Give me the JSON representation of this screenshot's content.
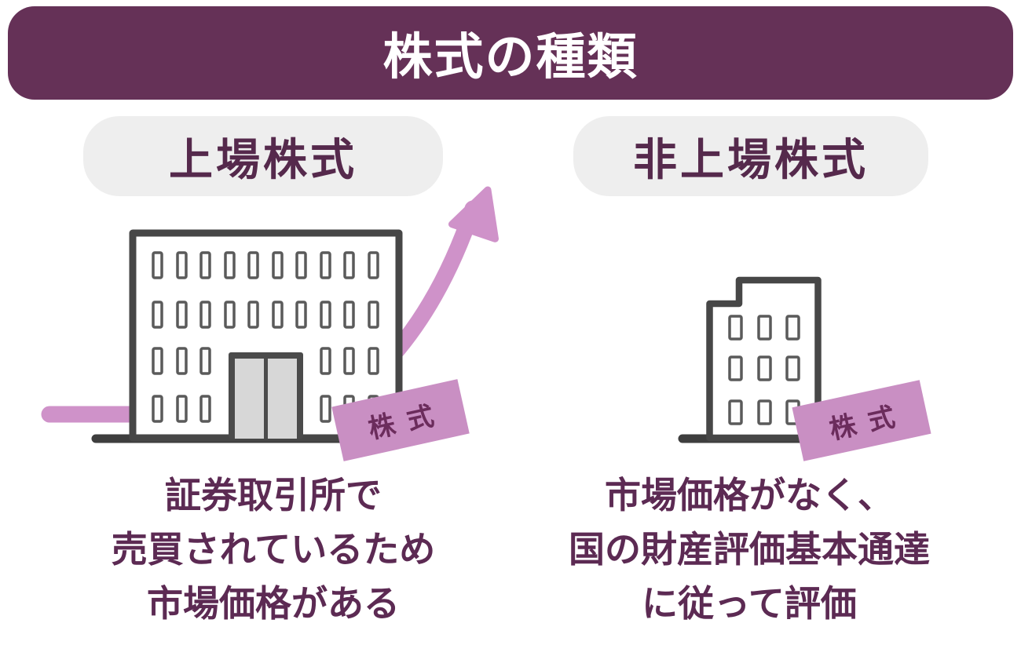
{
  "title": {
    "text": "株式の種類"
  },
  "sections": {
    "listed": {
      "label": "上場株式",
      "tag": "株式",
      "caption_lines": [
        "証券取引所で",
        "売買されているため",
        "市場価格がある"
      ]
    },
    "unlisted": {
      "label": "非上場株式",
      "tag": "株式",
      "caption_lines": [
        "市場価格がなく、",
        "国の財産評価基本通達",
        "に従って評価"
      ]
    }
  },
  "icons": [
    "rising-arrow-icon",
    "office-building-icon",
    "small-building-icon",
    "stock-certificate-tag"
  ],
  "colors": {
    "header_bg": "#653157",
    "header_text": "#ffffff",
    "pill_bg": "#eeeeee",
    "pill_text": "#55294c",
    "caption_text": "#5c2a53",
    "accent_pink": "#cf92c9",
    "tag_bg": "#c98fc3",
    "tag_text": "#6b2c5c",
    "building_outline": "#474747",
    "ground": "#3e3e3e"
  }
}
